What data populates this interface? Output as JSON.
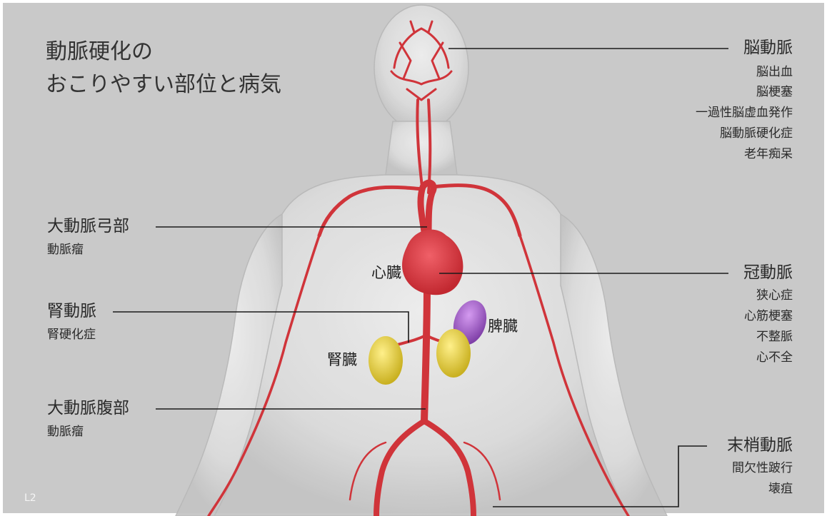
{
  "title": {
    "line1": "動脈硬化の",
    "line2": "おこりやすい部位と病気"
  },
  "corner_label": "L2",
  "left_labels": [
    {
      "name": "大動脈弓部",
      "diseases": [
        "動脈瘤"
      ]
    },
    {
      "name": "腎動脈",
      "diseases": [
        "腎硬化症"
      ]
    },
    {
      "name": "大動脈腹部",
      "diseases": [
        "動脈瘤"
      ]
    }
  ],
  "right_labels": [
    {
      "name": "脳動脈",
      "diseases": [
        "脳出血",
        "脳梗塞",
        "一過性脳虚血発作",
        "脳動脈硬化症",
        "老年痴呆"
      ]
    },
    {
      "name": "冠動脈",
      "diseases": [
        "狭心症",
        "心筋梗塞",
        "不整脈",
        "心不全"
      ]
    },
    {
      "name": "末梢動脈",
      "diseases": [
        "間欠性跛行",
        "壊疽"
      ]
    }
  ],
  "organs": {
    "heart": "心臓",
    "spleen": "脾臓",
    "kidney": "腎臓"
  },
  "colors": {
    "background": "#c9c9c9",
    "artery": "#d0343a",
    "heart": "#e04048",
    "kidney": "#e8d24a",
    "spleen": "#a060c8",
    "leader_line": "#1a1a1a"
  }
}
